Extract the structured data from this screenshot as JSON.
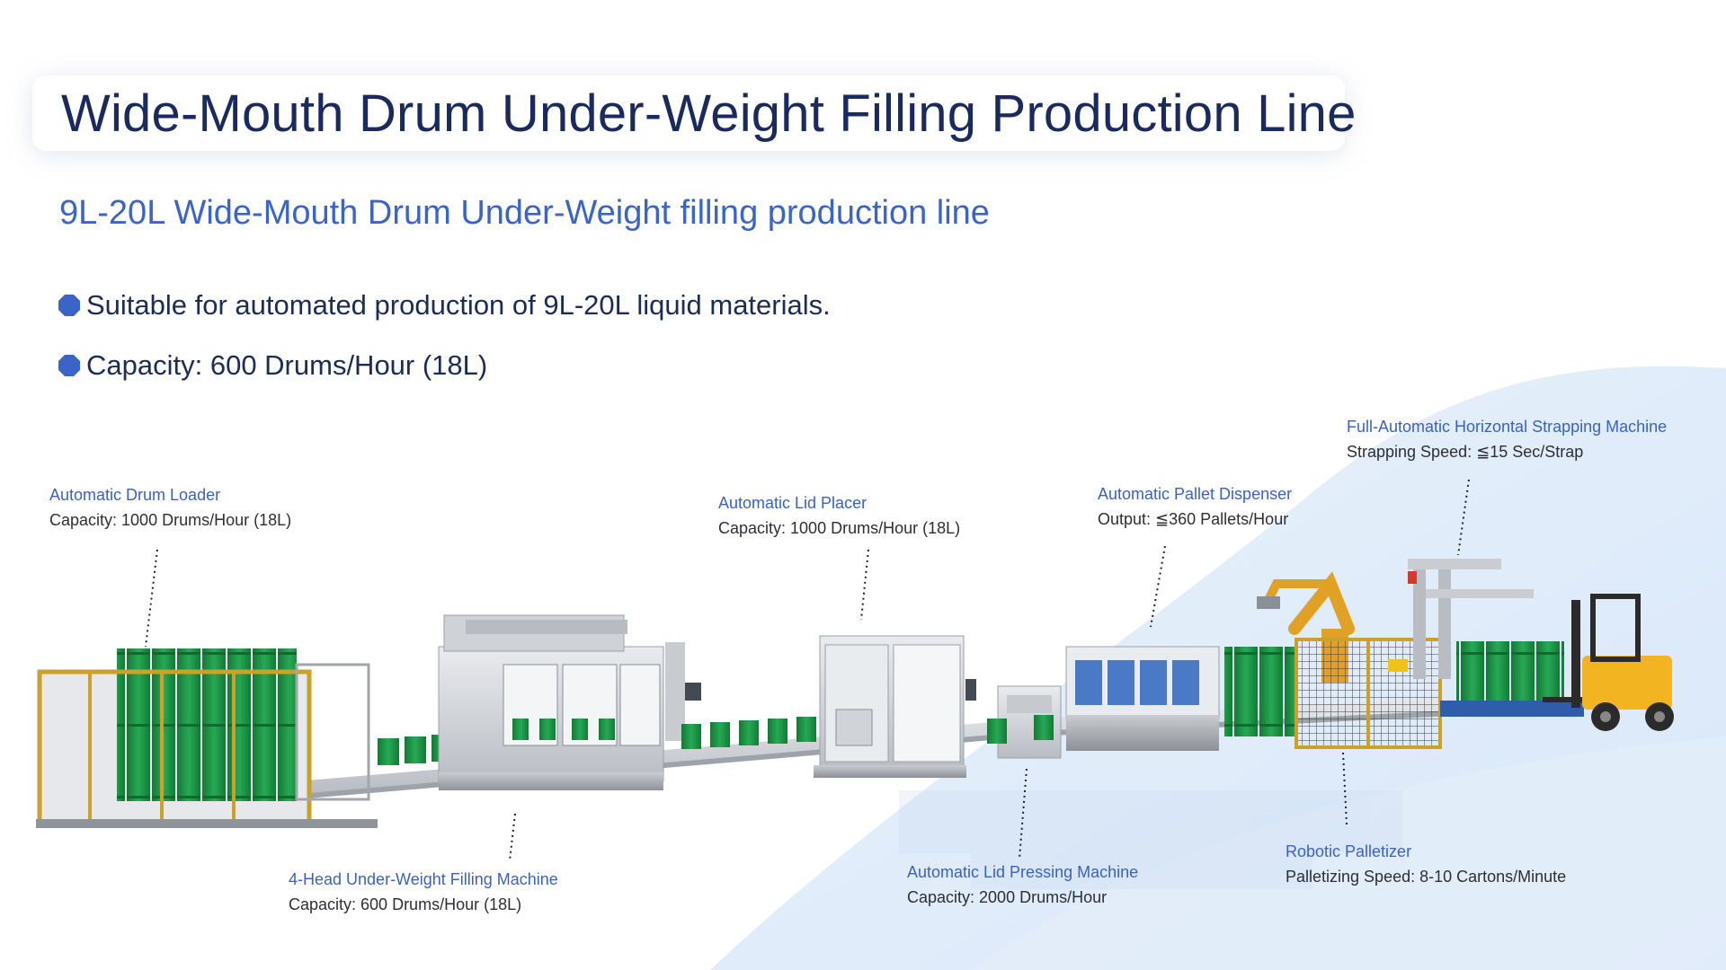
{
  "title": "Wide-Mouth Drum Under-Weight Filling Production Line",
  "subtitle": "9L-20L Wide-Mouth Drum Under-Weight filling production line",
  "bullets": [
    "Suitable for automated production of 9L-20L liquid materials.",
    "Capacity: 600 Drums/Hour (18L)"
  ],
  "machines": {
    "drum_loader": {
      "name": "Automatic Drum Loader",
      "spec": "Capacity: 1000 Drums/Hour (18L)"
    },
    "filling_machine": {
      "name": "4-Head Under-Weight Filling  Machine",
      "spec": "Capacity: 600 Drums/Hour (18L)"
    },
    "lid_placer": {
      "name": "Automatic Lid Placer",
      "spec": "Capacity: 1000 Drums/Hour (18L)"
    },
    "lid_pressing": {
      "name": "Automatic Lid Pressing Machine",
      "spec": "Capacity: 2000 Drums/Hour"
    },
    "pallet_dispenser": {
      "name": "Automatic Pallet Dispenser",
      "spec": "Output: ≦360 Pallets/Hour"
    },
    "strapping_machine": {
      "name": "Full-Automatic Horizontal Strapping Machine",
      "spec": "Strapping Speed: ≦15 Sec/Strap"
    },
    "palletizer": {
      "name": "Robotic Palletizer",
      "spec": "Palletizing Speed: 8-10 Cartons/Minute"
    }
  },
  "colors": {
    "title": "#1b2a5e",
    "subtitle": "#3a64c8",
    "bullet_icon": "#3a64c8",
    "machine_name": "#3b62bf",
    "machine_spec": "#2e2e36",
    "background_wave": "#e3eefb",
    "drum": "#1f9a4a",
    "frame": "#d4a52a",
    "forklift": "#f2b521"
  },
  "icons": {
    "bullet": "octagon-bullet-icon"
  }
}
